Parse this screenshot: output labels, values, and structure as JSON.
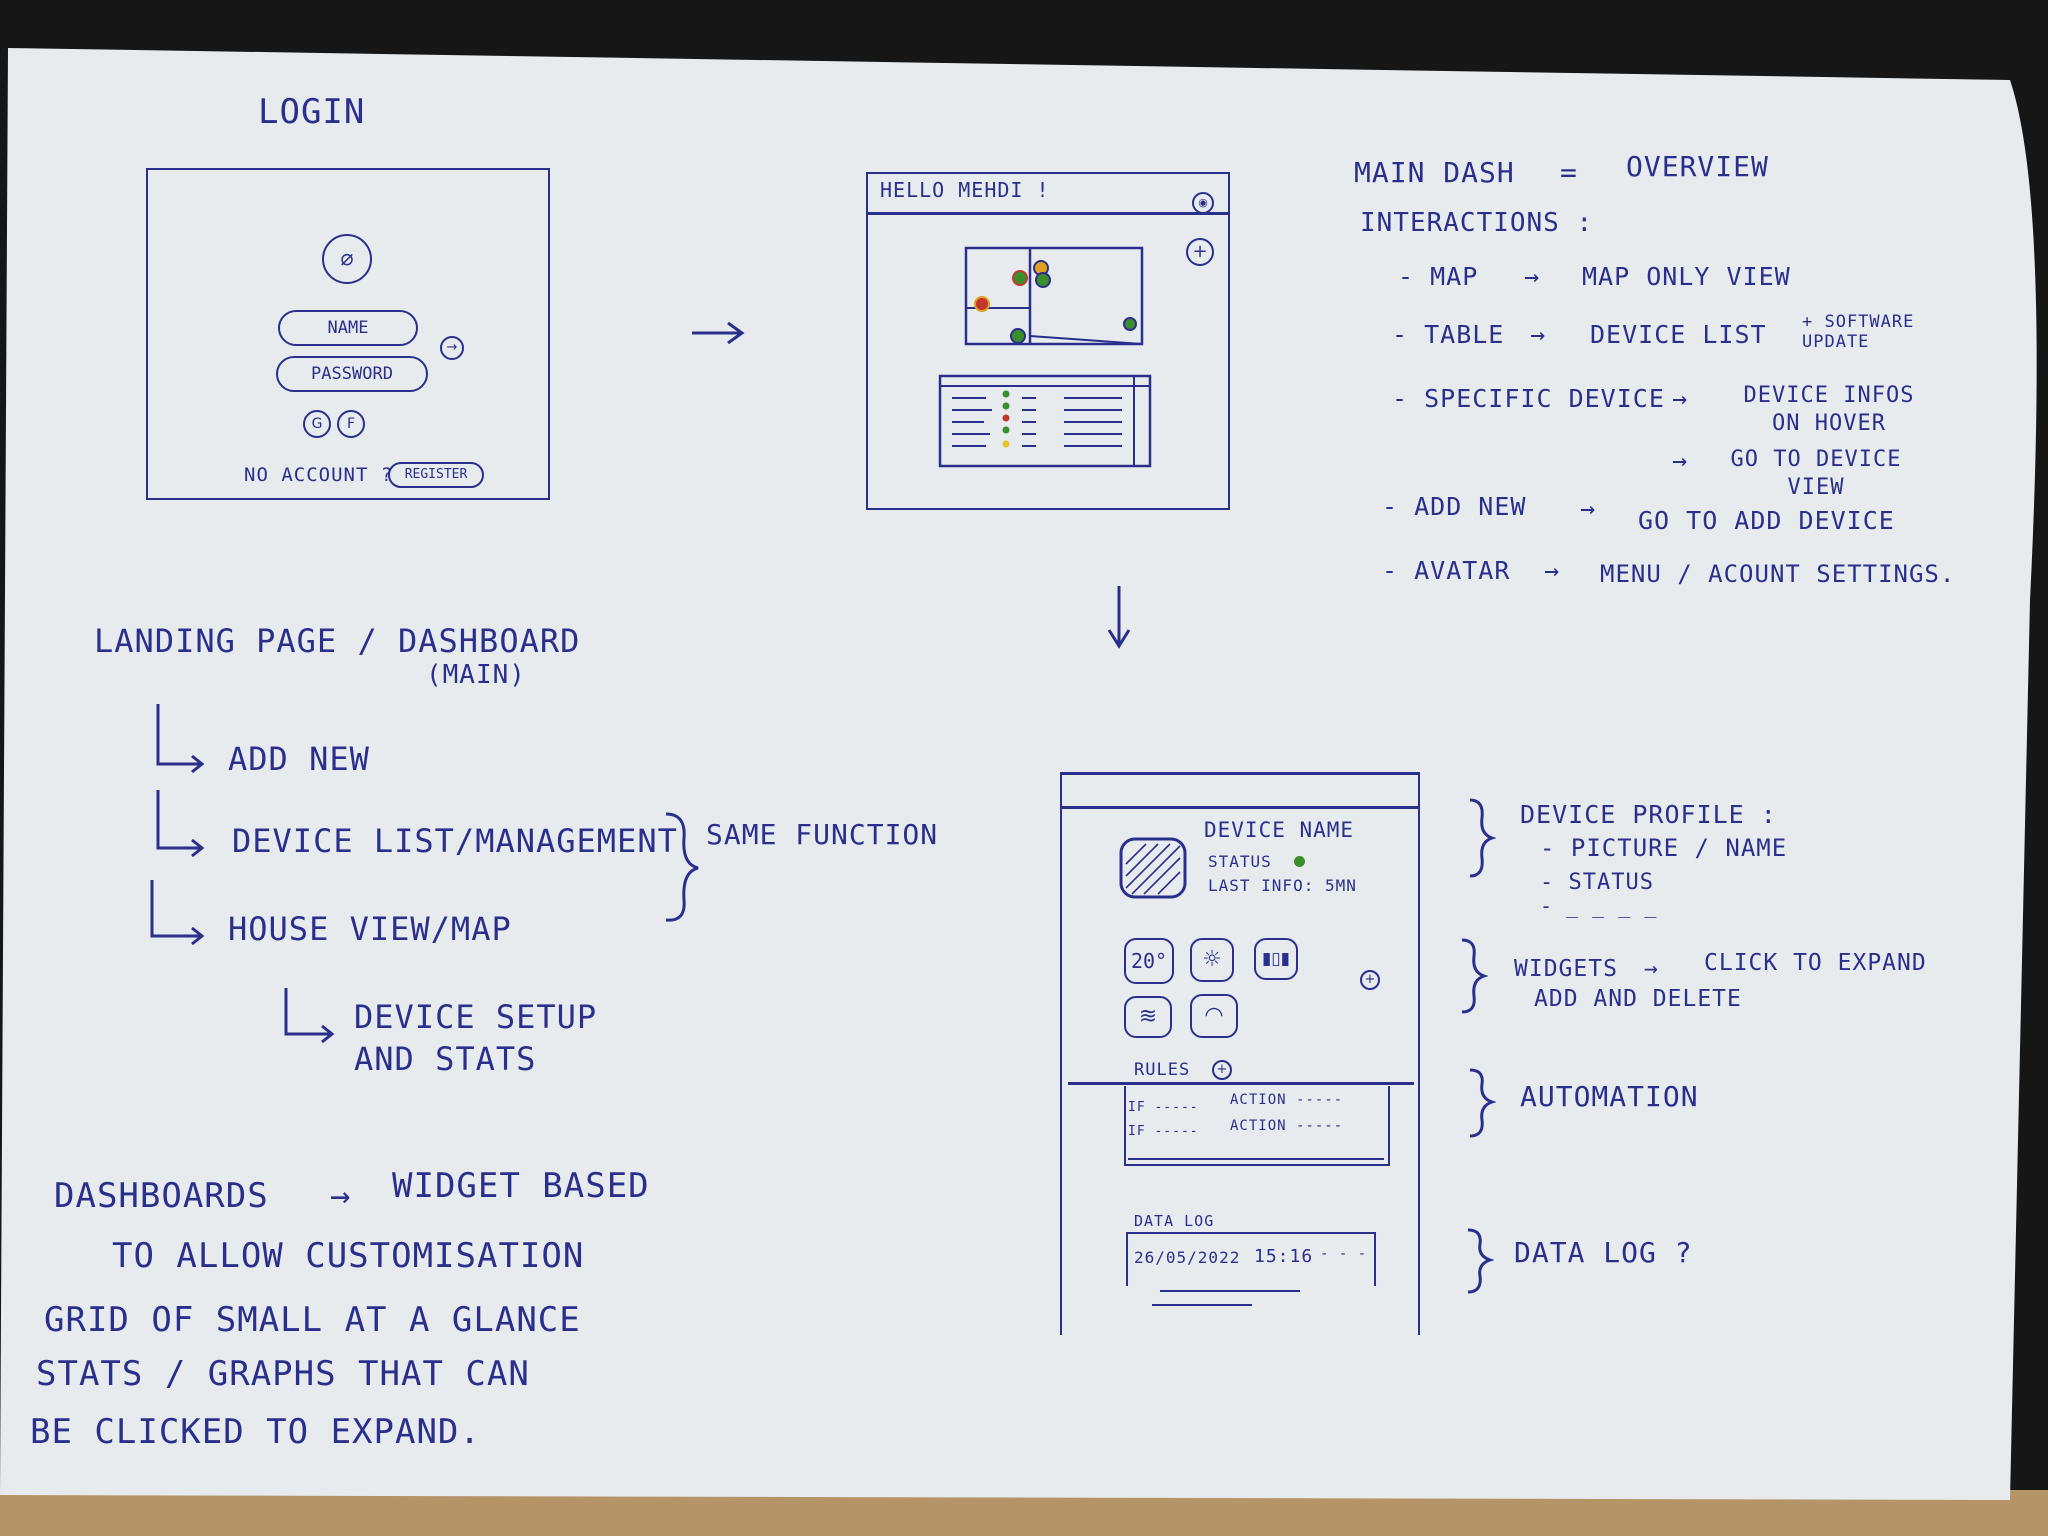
{
  "colors": {
    "ink": "#2b2f8c",
    "paper": "#e7ebee",
    "background": "#1a1a1a",
    "green": "#3a8f2c",
    "red": "#c2382a",
    "orange": "#e0a020",
    "yellow": "#e6c229"
  },
  "login": {
    "title": "LOGiN",
    "avatar_icon": "user-icon",
    "name_label": "NAME",
    "password_label": "PASSWORD",
    "submit_icon": "arrow-right-circle-icon",
    "social_icons": [
      "google-icon",
      "facebook-icon"
    ],
    "social_letters": [
      "G",
      "F"
    ],
    "no_account": "NO ACCOUNT ?",
    "register": "REGiSTER"
  },
  "dash_mock": {
    "greeting": "HELLO MEHDi !",
    "avatar_icon": "avatar-icon",
    "add_icon": "plus-circle-icon",
    "map_markers": [
      "green",
      "orange",
      "green",
      "red",
      "green",
      "green"
    ],
    "table_dots": [
      "green",
      "green",
      "red",
      "green",
      "yellow"
    ]
  },
  "notes_main": {
    "heading_left": "MAiN DASH",
    "equals": "=",
    "heading_right": "OVERViEW",
    "interactions": "iNTERACTiONS :",
    "items": [
      {
        "from": "- MAP",
        "to": "MAP ONLY ViEW"
      },
      {
        "from": "- TABLE",
        "to": "DEViCE LiST",
        "extra": "+ SOFTWARE UPDATE"
      },
      {
        "from": "- SPECiFiC DEViCE",
        "to": "DEViCE iNFOS ON HOVER",
        "to2": "GO TO DEViCE ViEW"
      },
      {
        "from": "- ADD NEW",
        "to": "GO TO ADD DEViCE"
      },
      {
        "from": "- AVATAR",
        "to": "MENU / ACOUNT SETTiNGS."
      }
    ]
  },
  "landing": {
    "title": "LANDiNG PAGE / DASHBOARD",
    "subtitle": "(MAiN)",
    "items": [
      "ADD NEW",
      "DEViCE LiST/MANAGEMENT",
      "HOUSE ViEW/MAP"
    ],
    "brace_note": "SAME FUNCTiON",
    "subitem_line1": "DEViCE SETUP",
    "subitem_line2": "AND STATS"
  },
  "device_mock": {
    "name": "DEViCE NAME",
    "status": "STATUS",
    "last_info": "LAST iNFO: 5mn",
    "widget_temp": "20°",
    "widget_icons": [
      "sun-icon",
      "bar-chart-icon",
      "wind-icon",
      "gauge-icon"
    ],
    "add_icon": "plus-circle-icon",
    "rules_label": "RULES",
    "rule_if": "iF -----",
    "rule_action": "ACTiON -----",
    "datalog_label": "DATA LOG",
    "datalog_entry": "26/05/2022",
    "datalog_time": "15:16",
    "datalog_tail": "- - -"
  },
  "annotations": {
    "profile_title": "DEViCE PROFiLE :",
    "profile_1": "- PiCTURE / NAME",
    "profile_2": "- STATUS",
    "profile_3": "- _ _ _ _",
    "widgets_1": "WiDGETS",
    "widgets_1b": "CLiCK TO EXPAND",
    "widgets_2": "ADD AND DELETE",
    "automation": "AUTOMATiON",
    "datalog": "DATA LOG ?"
  },
  "bottom_notes": {
    "line1": "DASHBOARDS",
    "line1b": "WiDGET BASED",
    "line2": "TO ALLOW CUSTOMiSATiON",
    "line3": "GRiD OF SMALL AT A GLANCE",
    "line4": "STATS / GRAPHS  THAT CAN",
    "line5": "BE CLiCKED TO EXPAND."
  }
}
